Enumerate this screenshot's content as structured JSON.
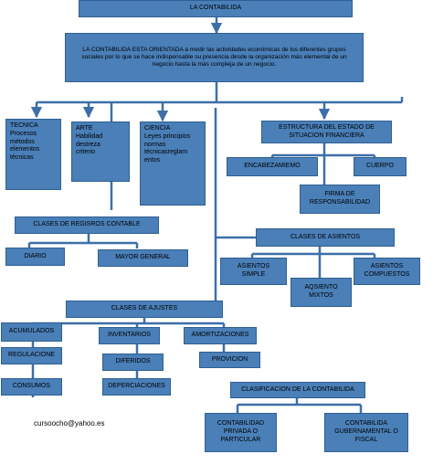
{
  "diagram": {
    "title": "LA CONTABILIDA",
    "intro": "LA CONTABILIDA ESTA ORIENTADA  a medir las actividades económicas de los diferentes grupos sociales por lo que se hace indispensable su presencia desde la organización más elemental de un negocio hasta la más compleja de un negocio.",
    "tecnica": "TECNICA\nProcesos\nmétodos\nelementos\ntécnicas",
    "arte": "ARTE\nHabilidad\ndestreza\ncriterio",
    "ciencia": "CIENCIA\nLeyes principios\nnormas\ntécnicasreglam\nentos",
    "estructura": "ESTRUCTURA DEL ESTADO DE\nSITUACION FINANCIERA",
    "encabezamiento": "ENCABEZAMIEMO",
    "cuerpo": "CUERPO",
    "firma": "FIRMA DE\nRESPONSABILIDAD",
    "clases_registros": "CLASES DE REGISROS CONTABLE",
    "diario": "DIARIO",
    "mayor_general": "MAYOR GENERAL",
    "clases_asientos": "CLASES DE ASIENTOS",
    "asientos_simple": "ASIENTOS\nSIMPLE",
    "asiento_mixtos": "AQSIENTO\nMIXTOS",
    "asientos_compuestos": "ASIENTOS\nCOMPUESTOS",
    "clases_ajustes": "CLASES DE AJUSTES",
    "acumulados": "ACUMULADOS",
    "regulacione": "REGULACIONE",
    "consumos": "CONSUMOS",
    "inventarios": "INVENTARIOS",
    "diferidos": "DIFERIDOS",
    "depreciaciones": "DEPERCIACIONES",
    "amortizaciones": "AMORTIZACIONES",
    "provicion": "PROVICION",
    "clasificacion": "CLASIFICACION DE LA CONTABILIDA",
    "privada": "CONTABILIDAD\nPRIVADA O\nPARTICULAR",
    "gubernamental": "CONTABILIDA\nGUBERNAMENTAL O\nFISCAL",
    "email": "cursoocho@yahoo.es"
  },
  "colors": {
    "box_fill": "#4a7fb8",
    "box_border": "#2f5f93",
    "connector": "#3d6fa8"
  }
}
